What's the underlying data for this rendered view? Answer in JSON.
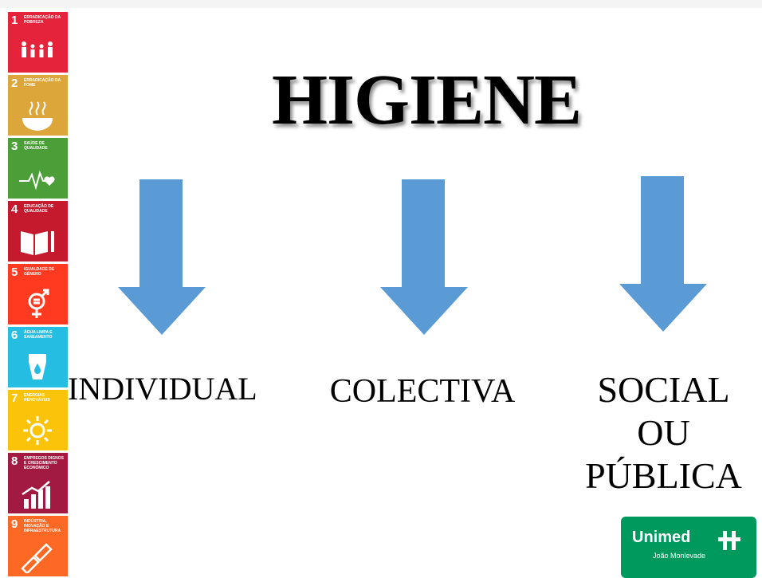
{
  "slide": {
    "title": "HIGIENE",
    "arrow_color": "#5b9bd5",
    "categories": [
      {
        "lines": [
          "INDIVIDUAL"
        ]
      },
      {
        "lines": [
          "COLECTIVA"
        ]
      },
      {
        "lines": [
          "SOCIAL",
          "OU",
          "PÚBLICA"
        ]
      }
    ]
  },
  "sdg_goals": [
    {
      "number": "1",
      "label": "Erradicação da pobreza",
      "color": "#e5243b",
      "icon": "people-icon"
    },
    {
      "number": "2",
      "label": "Erradicação da fome",
      "color": "#dda63a",
      "icon": "bowl-icon"
    },
    {
      "number": "3",
      "label": "Saúde de qualidade",
      "color": "#4c9f38",
      "icon": "heartbeat-icon"
    },
    {
      "number": "4",
      "label": "Educação de qualidade",
      "color": "#c5192d",
      "icon": "book-icon"
    },
    {
      "number": "5",
      "label": "Igualdade de género",
      "color": "#ff3a21",
      "icon": "gender-icon"
    },
    {
      "number": "6",
      "label": "Água limpa e saneamento",
      "color": "#26bde2",
      "icon": "water-icon"
    },
    {
      "number": "7",
      "label": "Energias renováveis",
      "color": "#fcc30b",
      "icon": "sun-icon"
    },
    {
      "number": "8",
      "label": "Empregos dignos e crescimento económico",
      "color": "#a21942",
      "icon": "growth-chart-icon"
    },
    {
      "number": "9",
      "label": "Indústria, inovação e infraestrutura",
      "color": "#fd6925",
      "icon": "cubes-icon"
    }
  ],
  "logo": {
    "name": "Unimed",
    "subtitle": "João Monlevade",
    "color": "#00995d"
  }
}
